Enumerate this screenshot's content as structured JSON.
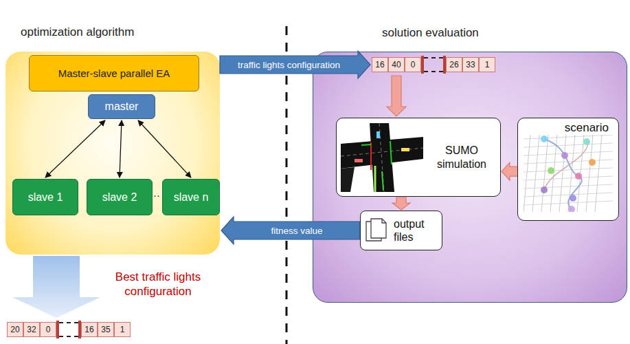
{
  "diagram": {
    "nodes": [
      {
        "text": [
          "optimization algorithm"
        ]
      },
      {
        "text": [
          "Master-slave parallel EA"
        ],
        "in": 0
      },
      {
        "text": [
          "master"
        ],
        "in": 0
      },
      {
        "text": [
          "slave 1"
        ],
        "in": 0
      },
      {
        "text": [
          "slave 2"
        ],
        "in": 0
      },
      {
        "text": [
          "slave n"
        ],
        "in": 0
      },
      {
        "text": [
          "solution evaluation"
        ]
      },
      {
        "text": [
          "16",
          "40",
          "0",
          "26",
          "33",
          "1"
        ],
        "in": 6
      },
      {
        "text": [
          "SUMO simulation"
        ],
        "in": 6
      },
      {
        "text": [
          "scenario"
        ],
        "in": 6
      },
      {
        "text": [
          "output files"
        ],
        "in": 6
      },
      {
        "text": [
          "20",
          "32",
          "0",
          "16",
          "35",
          "1"
        ]
      }
    ],
    "edges": [
      {
        "from": 0,
        "to": 7,
        "label": "traffic lights configuration",
        "arrow": "to"
      },
      {
        "from": 10,
        "to": 0,
        "label": "fitness value",
        "arrow": "to"
      },
      {
        "from": 0,
        "to": 11,
        "label": "Best traffic lights configuration",
        "arrow": "to"
      },
      {
        "from": 2,
        "to": 3,
        "arrow": "both"
      },
      {
        "from": 2,
        "to": 4,
        "arrow": "both"
      },
      {
        "from": 2,
        "to": 5,
        "arrow": "both"
      },
      {
        "from": 7,
        "to": 8,
        "arrow": "to"
      },
      {
        "from": 9,
        "to": 8,
        "arrow": "to"
      },
      {
        "from": 8,
        "to": 10,
        "arrow": "to"
      }
    ],
    "labels": [
      "··"
    ]
  }
}
